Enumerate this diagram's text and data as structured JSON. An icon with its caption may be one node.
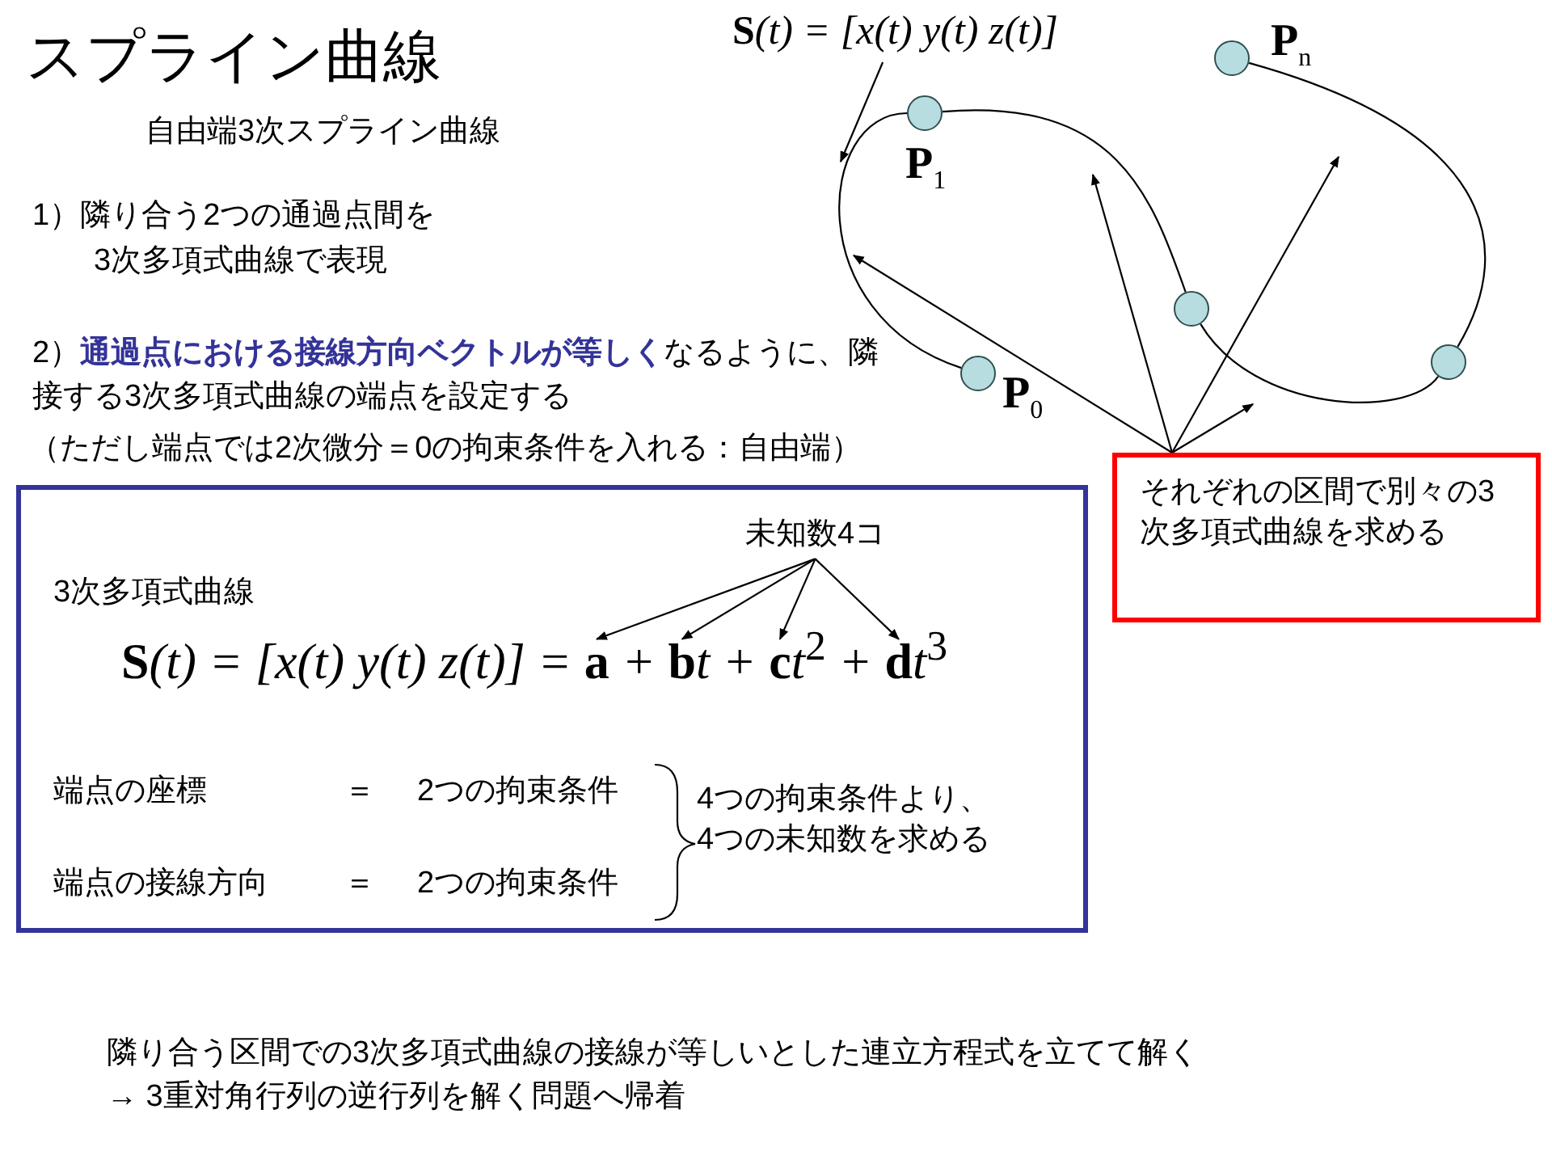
{
  "diagram": {
    "title": "スプライン曲線",
    "nodes": [
      {
        "text": [
          "**S**(t) = [x(t) y(t) z(t)]"
        ]
      },
      {
        "text": [],
        "shape": "circle",
        "beside": [
          "P$_{1}$"
        ]
      },
      {
        "text": [],
        "shape": "circle",
        "beside": [
          "P$_{0}$"
        ]
      },
      {
        "text": [],
        "shape": "circle"
      },
      {
        "text": [],
        "shape": "circle",
        "beside": [
          "P$_{n}$"
        ]
      },
      {
        "text": [],
        "shape": "circle"
      },
      {
        "text": [
          "それぞれの区間で別々の3次多項式曲線を求める"
        ]
      },
      {
        "text": [
          "3次多項式曲線",
          "端点の座標",
          "＝",
          "2つの拘束条件",
          "端点の接線方向",
          "＝",
          "2つの拘束条件",
          "4つの拘束条件より、4つの未知数を求める"
        ]
      },
      {
        "text": [
          "**S**(t) = [x(t) y(t) z(t)] = **a** + **b**t + **c**t$^{2}$ + **d**t$^{3}$"
        ],
        "in": 7
      },
      {
        "text": [
          "未知数4コ"
        ],
        "in": 7
      }
    ],
    "edges": [
      {
        "from": 0,
        "to": null,
        "arrow": "to"
      },
      {
        "from": 2,
        "to": 1,
        "arrow": "none"
      },
      {
        "from": 1,
        "to": 3,
        "arrow": "none"
      },
      {
        "from": 3,
        "to": 5,
        "arrow": "none"
      },
      {
        "from": 5,
        "to": 4,
        "arrow": "none"
      },
      {
        "from": 6,
        "to": null,
        "arrow": "to"
      },
      {
        "from": 6,
        "to": null,
        "arrow": "to"
      },
      {
        "from": 6,
        "to": null,
        "arrow": "to"
      },
      {
        "from": 6,
        "to": null,
        "arrow": "to"
      },
      {
        "from": 9,
        "to": 8,
        "arrow": "to"
      },
      {
        "from": 9,
        "to": 8,
        "arrow": "to"
      },
      {
        "from": 9,
        "to": 8,
        "arrow": "to"
      },
      {
        "from": 9,
        "to": 8,
        "arrow": "to"
      }
    ],
    "labels": [
      "自由端3次スプライン曲線",
      "1）隣り合う2つの通過点間を3次多項式曲線で表現",
      "2）**通過点における接線方向ベクトルが等しく**なるように、隣接する3次多項式曲線の端点を設定する",
      "（ただし端点では2次微分＝0の拘束条件を入れる：自由端）",
      "隣り合う区間での3次多項式曲線の接線が等しいとした連立方程式を立てて解く",
      "→ 3重対角行列の逆行列を解く問題へ帰着"
    ]
  }
}
